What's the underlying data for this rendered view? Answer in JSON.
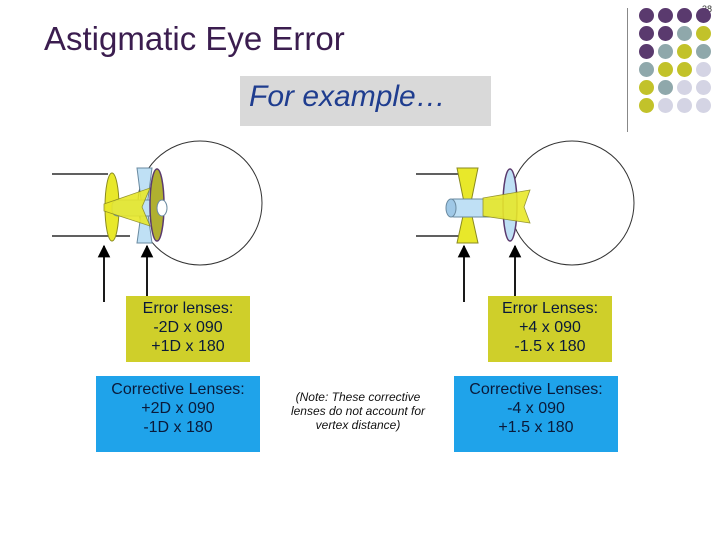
{
  "slide": {
    "number": "38",
    "title": "Astigmatic Eye Error",
    "example_label": "For example…"
  },
  "left": {
    "error_label": "Error lenses:",
    "error_lines": [
      "-2D x 090",
      "+1D x 180"
    ],
    "corrective_label": "Corrective Lenses:",
    "corrective_lines": [
      "+2D x 090",
      "-1D x 180"
    ]
  },
  "right": {
    "error_label": "Error Lenses:",
    "error_lines": [
      "+4 x 090",
      "-1.5 x 180"
    ],
    "corrective_label": "Corrective Lenses:",
    "corrective_lines": [
      "-4 x 090",
      "+1.5 x 180"
    ]
  },
  "note": "(Note: These corrective lenses do not account for vertex distance)",
  "colors": {
    "title": "#3b1d4f",
    "example_text": "#1f3d8f",
    "yellow_box": "#cfcf2a",
    "blue_box": "#1fa3ea",
    "lens_yellow": "#e8e82a",
    "lens_blue": "#bfe0f5",
    "dot_purple": "#5a3a6e",
    "dot_teal": "#8fa8ab",
    "dot_olive": "#c2c22a",
    "dot_light": "#d4d4e4"
  }
}
